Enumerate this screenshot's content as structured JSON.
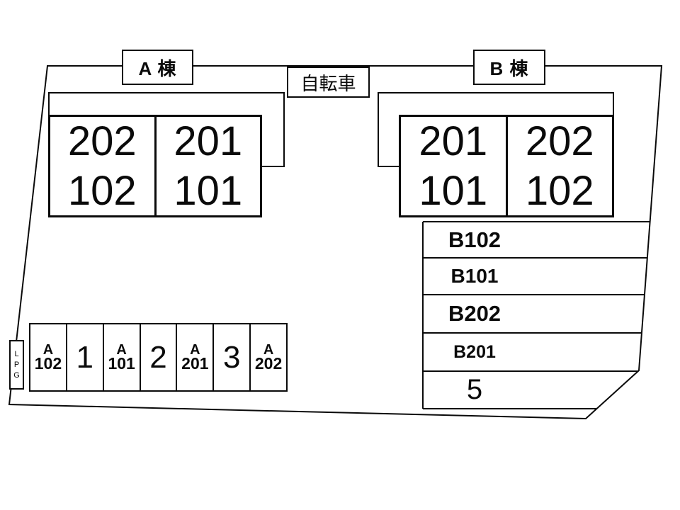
{
  "site_plan": {
    "building_a": {
      "label": "A 棟",
      "rooms": [
        {
          "upper": "202",
          "lower": "102"
        },
        {
          "upper": "201",
          "lower": "101"
        }
      ]
    },
    "building_b": {
      "label": "B 棟",
      "rooms": [
        {
          "upper": "201",
          "lower": "101"
        },
        {
          "upper": "202",
          "lower": "102"
        }
      ]
    },
    "bicycle_label": "自転車",
    "lpg_letters": [
      "L",
      "P",
      "G"
    ],
    "right_parking_rows": [
      "B102",
      "B101",
      "B202",
      "B201",
      "5"
    ],
    "bottom_parking_spaces": [
      {
        "upper": "A",
        "lower": "102"
      },
      {
        "single": "1"
      },
      {
        "upper": "A",
        "lower": "101"
      },
      {
        "single": "2"
      },
      {
        "upper": "A",
        "lower": "201"
      },
      {
        "single": "3"
      },
      {
        "upper": "A",
        "lower": "202"
      }
    ],
    "line_color": "#0a0a0a"
  }
}
